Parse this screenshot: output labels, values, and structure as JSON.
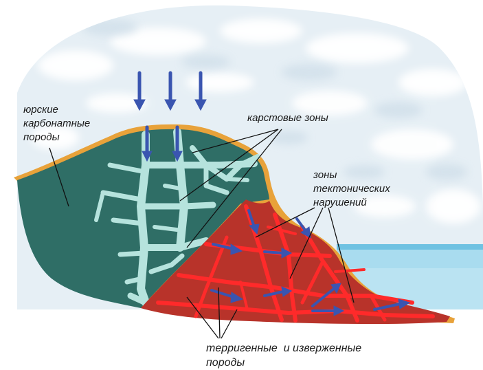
{
  "labels": {
    "jurassic": [
      "юрские",
      "карбонатные",
      "породы"
    ],
    "karst": "карстовые зоны",
    "tectonic": [
      "зоны",
      "тектонических",
      "нарушений"
    ],
    "terrigenous": [
      "терригенные  и изверженные",
      "породы"
    ]
  },
  "colors": {
    "sky": "#eef4f8",
    "cloud": "#ffffff",
    "carbonate": "#2f6e66",
    "karst": "#b6e3dd",
    "crust": "#e8a23a",
    "terrigenous": "#b8332a",
    "fault": "#ff2a2a",
    "arrow": "#3a55b0",
    "water": "#8fd0ea"
  }
}
